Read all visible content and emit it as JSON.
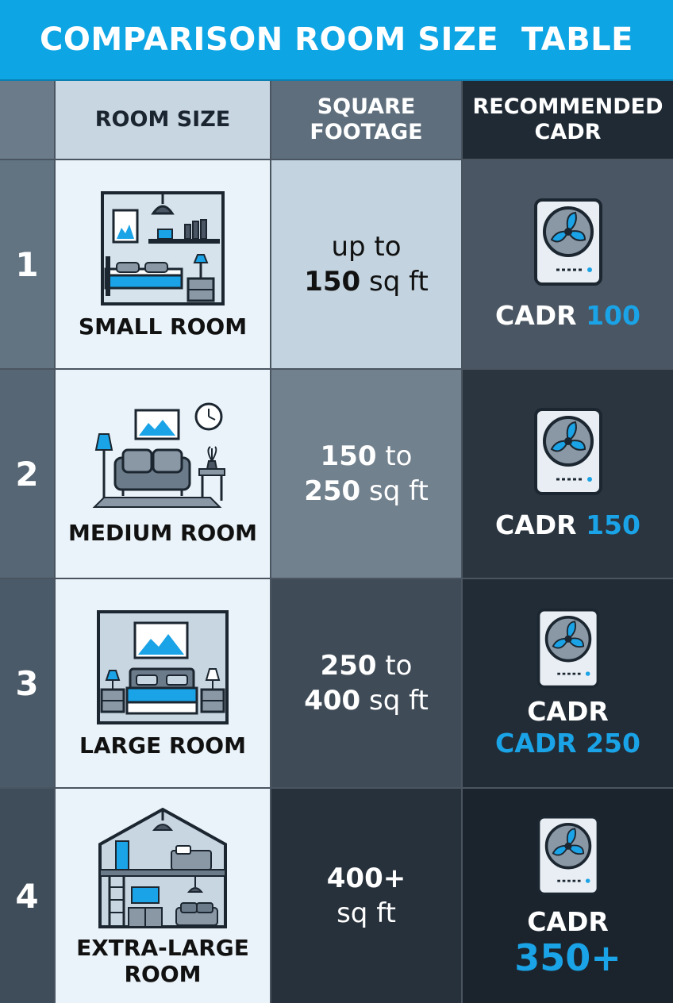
{
  "title": "COMPARISON ROOM SIZE  TABLE",
  "headers": {
    "room_size": "ROOM SIZE",
    "square_footage_1": "SQUARE",
    "square_footage_2": "FOOTAGE",
    "cadr_1": "RECOMMENDED",
    "cadr_2": "CADR"
  },
  "rows": [
    {
      "number": "1",
      "room_label": "SMALL ROOM",
      "sq_line1": "up to",
      "sq_line2_bold": "150",
      "sq_line2_rest": " sq ft",
      "cadr_prefix": "CADR ",
      "cadr_value": "100",
      "icon": "small-bedroom-icon"
    },
    {
      "number": "2",
      "room_label": "MEDIUM ROOM",
      "sq_line1_bold": "150",
      "sq_line1_rest": " to",
      "sq_line2_bold": "250",
      "sq_line2_rest": " sq ft",
      "cadr_prefix": "CADR ",
      "cadr_value": "150",
      "icon": "living-room-icon"
    },
    {
      "number": "3",
      "room_label": "LARGE ROOM",
      "sq_line1_bold": "250",
      "sq_line1_rest": " to",
      "sq_line2_bold": "400",
      "sq_line2_rest": " sq ft",
      "cadr_line1": "CADR",
      "cadr_line2": "CADR 250",
      "icon": "large-bedroom-icon"
    },
    {
      "number": "4",
      "room_label_1": "EXTRA-LARGE",
      "room_label_2": "ROOM",
      "sq_line1_bold": "400+",
      "sq_line2": "sq ft",
      "cadr_line1": "CADR",
      "cadr_line2": "350+",
      "icon": "loft-house-icon"
    }
  ],
  "colors": {
    "accent": "#0ea5e4",
    "highlight": "#1aa3e6"
  }
}
